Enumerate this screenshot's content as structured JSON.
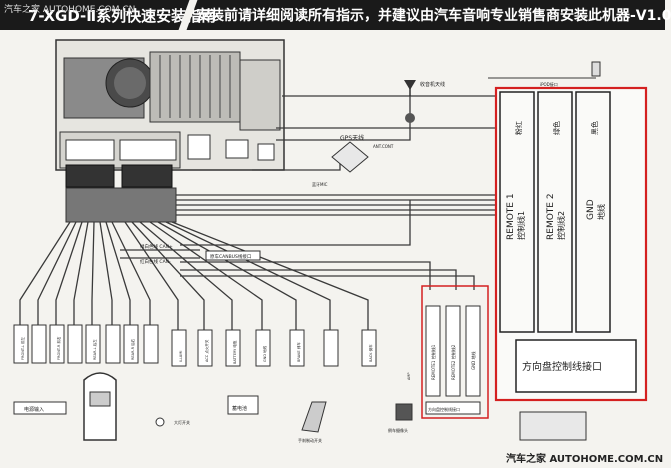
{
  "header": {
    "watermark_top": "汽车之家  AUTOHOME.COM.CN",
    "title_left": "7-XGD-Ⅱ系列快速安装指南",
    "title_right": "安装前请详细阅读所有指示，并建议由汽车音响专业销售商安装此机器-V1.0"
  },
  "labels": {
    "antenna": "收音机天线",
    "gps_antenna": "GPS天线",
    "ipod_port": "iPOD接口",
    "blue_mic": "蓝牙MIC",
    "ant_control": "ANT.CONT",
    "can_h": "绿白色线  CAN+",
    "can_l": "红白色线  CAN-",
    "can_port": "原车CANBUS线接口",
    "remote1_en": "REMOTE 1",
    "remote1_cn": "控制线1",
    "remote1_color": "粉红",
    "remote2_en": "REMOTE 2",
    "remote2_cn": "控制线2",
    "remote2_color": "绿色",
    "gnd_en": "GND",
    "gnd_cn": "地线",
    "gnd_color": "黑色",
    "steering_port": "方向盘控制线接口",
    "steering_port_small": "方向盘控制线接口",
    "small_remote1": "REMOTE1 控制线1",
    "small_remote2": "REMOTE2 控制线2",
    "small_gnd": "GND 地线",
    "front_l": "FRONT-L 前左",
    "front_r": "FRONT-R 前右",
    "rear_l": "REAR-L 后左",
    "rear_r": "REAR-R 后右",
    "acc": "ACC 点火开关",
    "battery": "BATTERY 电瓶",
    "gnd_small": "GND 地线",
    "illumi": "ILLUMI",
    "brake": "BRAKE 刹车",
    "back": "BACK 倒车",
    "power_in": "电源输入",
    "big_light": "大灯开关",
    "battery_box": "蓄电池",
    "handbrake": "手刹制动开关",
    "reverse_cam": "倒车摄像头",
    "amp": "AMP"
  },
  "colors": {
    "wire": "#3a3a3a",
    "red_box": "#d42020",
    "banner": "#1a1a1a",
    "unit": "#555555"
  },
  "watermark_bottom": "汽车之家  AUTOHOME.COM.CN"
}
